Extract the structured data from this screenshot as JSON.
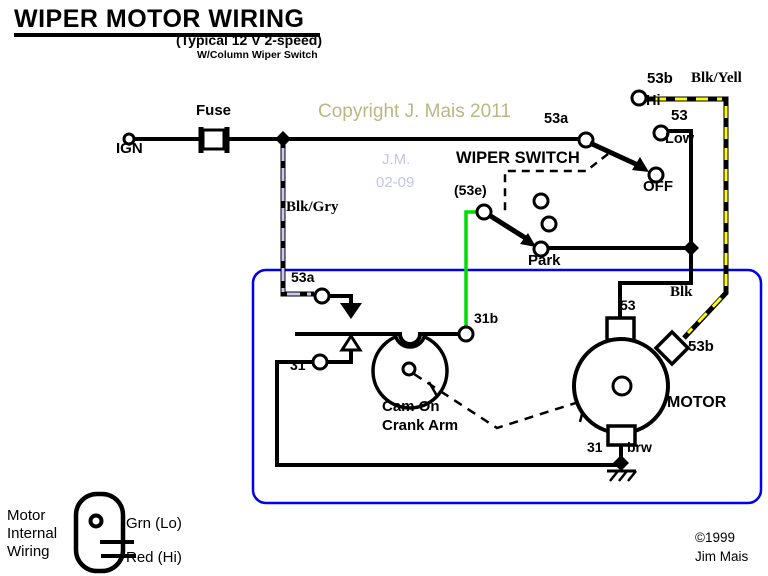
{
  "title": {
    "main": "WIPER MOTOR WIRING",
    "subtitle1": "(Typical 12 V  2-speed)",
    "subtitle2": "W/Column Wiper Switch"
  },
  "watermark": {
    "copyright": "Copyright J. Mais 2011",
    "initials": "J.M.",
    "date": "02-09"
  },
  "credit": {
    "year": "©1999",
    "name": "Jim Mais"
  },
  "labels": {
    "ign": "IGN",
    "fuse": "Fuse",
    "blk_gry": "Blk/Gry",
    "switch_53a": "53a",
    "wiper_switch": "WIPER SWITCH",
    "term_53e": "(53e)",
    "top_53b": "53b",
    "blk_yell": "Blk/Yell",
    "hi": "Hi",
    "top_53": "53",
    "low": "Low",
    "off": "OFF",
    "park": "Park",
    "box_53a": "53a",
    "term_31b": "31b",
    "term_31": "31",
    "cam_line1": "Cam On",
    "cam_line2": "Crank Arm",
    "motor_53": "53",
    "blk": "Blk",
    "motor_53b": "53b",
    "motor": "MOTOR",
    "motor_31": "31",
    "brw": "brw",
    "internal_line1": "Motor",
    "internal_line2": "Internal",
    "internal_line3": "Wiring",
    "grn_lo": "Grn (Lo)",
    "red_hi": "Red (Hi)"
  },
  "colors": {
    "wire": "#000000",
    "enclosure_blue": "#0000EE",
    "green_wire": "#00DD00",
    "yellow_stripe": "#FFFF00",
    "gray_stripe": "#C8C8F0",
    "copyright_tan": "#BDB584",
    "watermark_lavender": "#C4C4EC"
  }
}
